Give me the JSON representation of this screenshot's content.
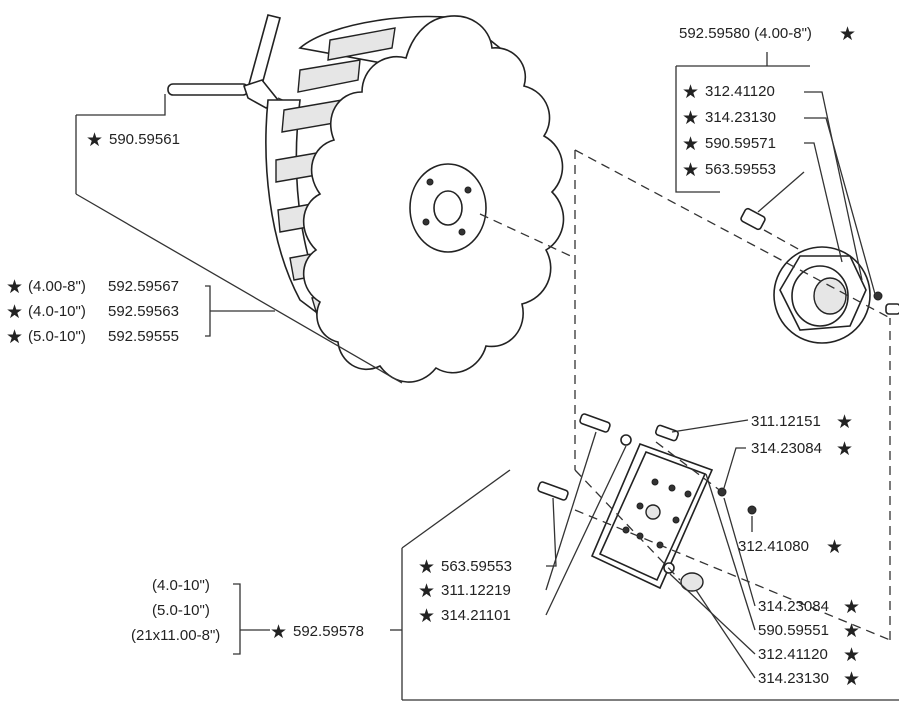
{
  "star_glyph": "★",
  "top_right_assembly": {
    "header": "592.59580 (4.00-8\")",
    "items": [
      "312.41120",
      "314.23130",
      "590.59571",
      "563.59553"
    ]
  },
  "valve_stem": "590.59561",
  "wheel_group": [
    {
      "size": "(4.00-8\")",
      "part": "592.59567"
    },
    {
      "size": "(4.0-10\")",
      "part": "592.59563"
    },
    {
      "size": "(5.0-10\")",
      "part": "592.59555"
    }
  ],
  "bracket_right_labels": [
    "311.12151",
    "314.23084",
    "312.41080"
  ],
  "bracket_left_labels": [
    "563.59553",
    "311.12219",
    "314.21101"
  ],
  "bracket_bottom_right_labels": [
    "314.23084",
    "590.59551",
    "312.41120",
    "314.23130"
  ],
  "plate_assembly": {
    "sizes": [
      "(4.0-10\")",
      "(5.0-10\")",
      "(21x11.00-8\")"
    ],
    "part": "592.59578"
  }
}
